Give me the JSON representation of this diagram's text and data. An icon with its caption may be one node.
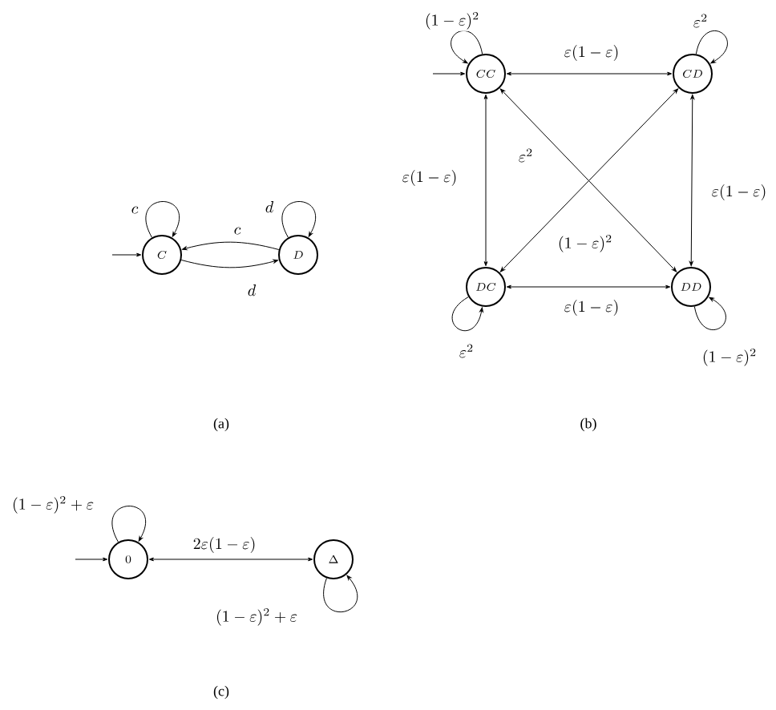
{
  "diagram": {
    "nodes": [
      {
        "text": [
          "C"
        ]
      },
      {
        "text": [
          "D"
        ]
      },
      {
        "text": [
          "CC"
        ]
      },
      {
        "text": [
          "CD"
        ]
      },
      {
        "text": [
          "DC"
        ]
      },
      {
        "text": [
          "DD"
        ]
      },
      {
        "text": [
          "0"
        ]
      },
      {
        "text": [
          "\\Delta"
        ]
      }
    ],
    "edges": [
      {
        "from": null,
        "to": 0,
        "arrow": "to"
      },
      {
        "from": 0,
        "to": 0,
        "arrow": "to",
        "label": "c"
      },
      {
        "from": 1,
        "to": 1,
        "arrow": "to",
        "label": "d"
      },
      {
        "from": 1,
        "to": 0,
        "arrow": "to",
        "label": "c"
      },
      {
        "from": 0,
        "to": 1,
        "arrow": "to",
        "label": "d"
      },
      {
        "from": null,
        "to": 2,
        "arrow": "to"
      },
      {
        "from": 2,
        "to": 2,
        "arrow": "to",
        "label": "(1-\\varepsilon)^2"
      },
      {
        "from": 3,
        "to": 3,
        "arrow": "to",
        "label": "\\varepsilon^2"
      },
      {
        "from": 2,
        "to": 3,
        "arrow": "both",
        "label": "\\varepsilon(1-\\varepsilon)"
      },
      {
        "from": 2,
        "to": 4,
        "arrow": "both",
        "label": "\\varepsilon(1-\\varepsilon)"
      },
      {
        "from": 3,
        "to": 5,
        "arrow": "both",
        "label": "\\varepsilon(1-\\varepsilon)"
      },
      {
        "from": 2,
        "to": 5,
        "arrow": "both",
        "label": "\\varepsilon^2"
      },
      {
        "from": 3,
        "to": 4,
        "arrow": "both",
        "label": "(1-\\varepsilon)^2"
      },
      {
        "from": 4,
        "to": 5,
        "arrow": "both",
        "label": "\\varepsilon(1-\\varepsilon)"
      },
      {
        "from": 4,
        "to": 4,
        "arrow": "to",
        "label": "\\varepsilon^2"
      },
      {
        "from": 5,
        "to": 5,
        "arrow": "to",
        "label": "(1-\\varepsilon)^2"
      },
      {
        "from": null,
        "to": 6,
        "arrow": "to"
      },
      {
        "from": 6,
        "to": 6,
        "arrow": "to",
        "label": "(1-\\varepsilon)^2+\\varepsilon"
      },
      {
        "from": 6,
        "to": 7,
        "arrow": "both",
        "label": "2\\varepsilon(1-\\varepsilon)"
      },
      {
        "from": 7,
        "to": 7,
        "arrow": "to",
        "label": "(1-\\varepsilon)^2+\\varepsilon"
      }
    ],
    "labels": [
      "(a)",
      "(b)",
      "(c)"
    ]
  }
}
